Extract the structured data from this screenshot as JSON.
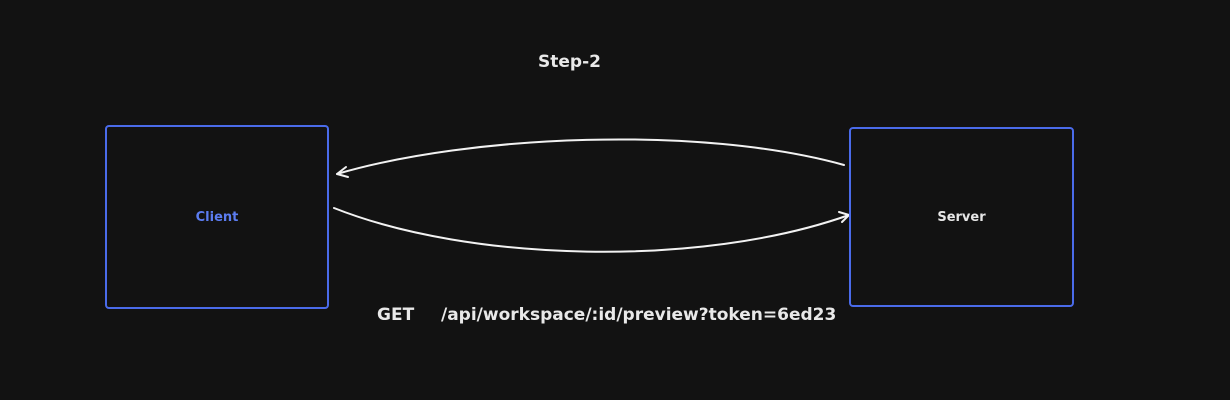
{
  "title": "Step-2",
  "nodes": {
    "client": {
      "label": "Client",
      "label_color": "#5b7cf0"
    },
    "server": {
      "label": "Server",
      "label_color": "#e6e6e6"
    }
  },
  "request": {
    "method": "GET",
    "path": "/api/workspace/:id/preview?token=6ed23"
  },
  "colors": {
    "background": "#121212",
    "box_stroke": "#4a6bea",
    "arrow": "#f2f2f2",
    "text": "#e9e9e9"
  },
  "edges": [
    {
      "from": "client",
      "to": "server"
    },
    {
      "from": "server",
      "to": "client"
    }
  ]
}
